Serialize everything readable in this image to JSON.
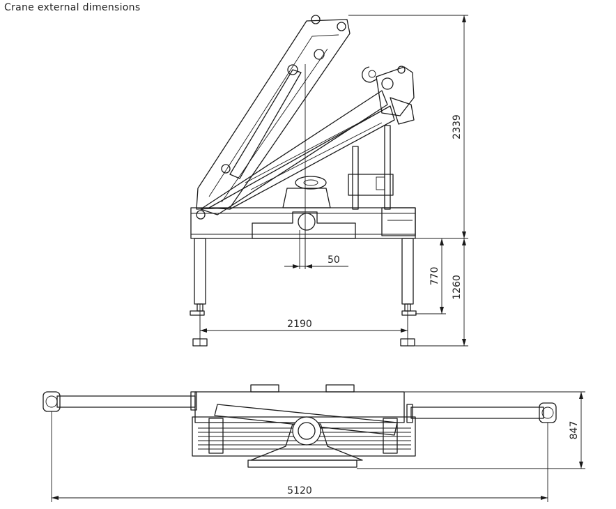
{
  "title": "Crane external dimensions",
  "dimensions": {
    "height_total": "2339",
    "offset_center": "50",
    "base_height_1": "770",
    "base_height_2": "1260",
    "outrigger_span": "2190",
    "base_depth": "847",
    "overall_width": "5120"
  }
}
